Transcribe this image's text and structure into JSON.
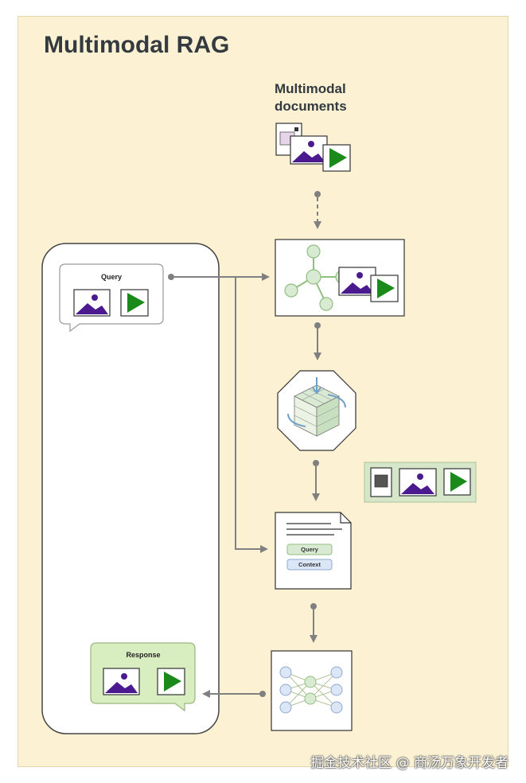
{
  "title": "Multimodal RAG",
  "documents": {
    "label_line1": "Multimodal",
    "label_line2": "documents"
  },
  "query_bubble": {
    "label": "Query"
  },
  "response_bubble": {
    "label": "Response"
  },
  "prompt_doc": {
    "query_label": "Query",
    "context_label": "Context"
  },
  "watermark": "掘金技术社区 @ 商汤万象开发者",
  "colors": {
    "panel_bg": "#fcf2d3",
    "node_green": "#d9ead3",
    "node_green_stroke": "#8fbf7f",
    "image_purple": "#4b1a8e",
    "play_green": "#1a8a1a",
    "arrow_gray": "#808080",
    "response_bg": "#d8eec0",
    "retrieved_bg": "#d6e6c8"
  },
  "icons": [
    "image-icon",
    "video-play-icon",
    "document-icon",
    "graph-icon",
    "vector-cube-icon",
    "neural-network-icon"
  ]
}
